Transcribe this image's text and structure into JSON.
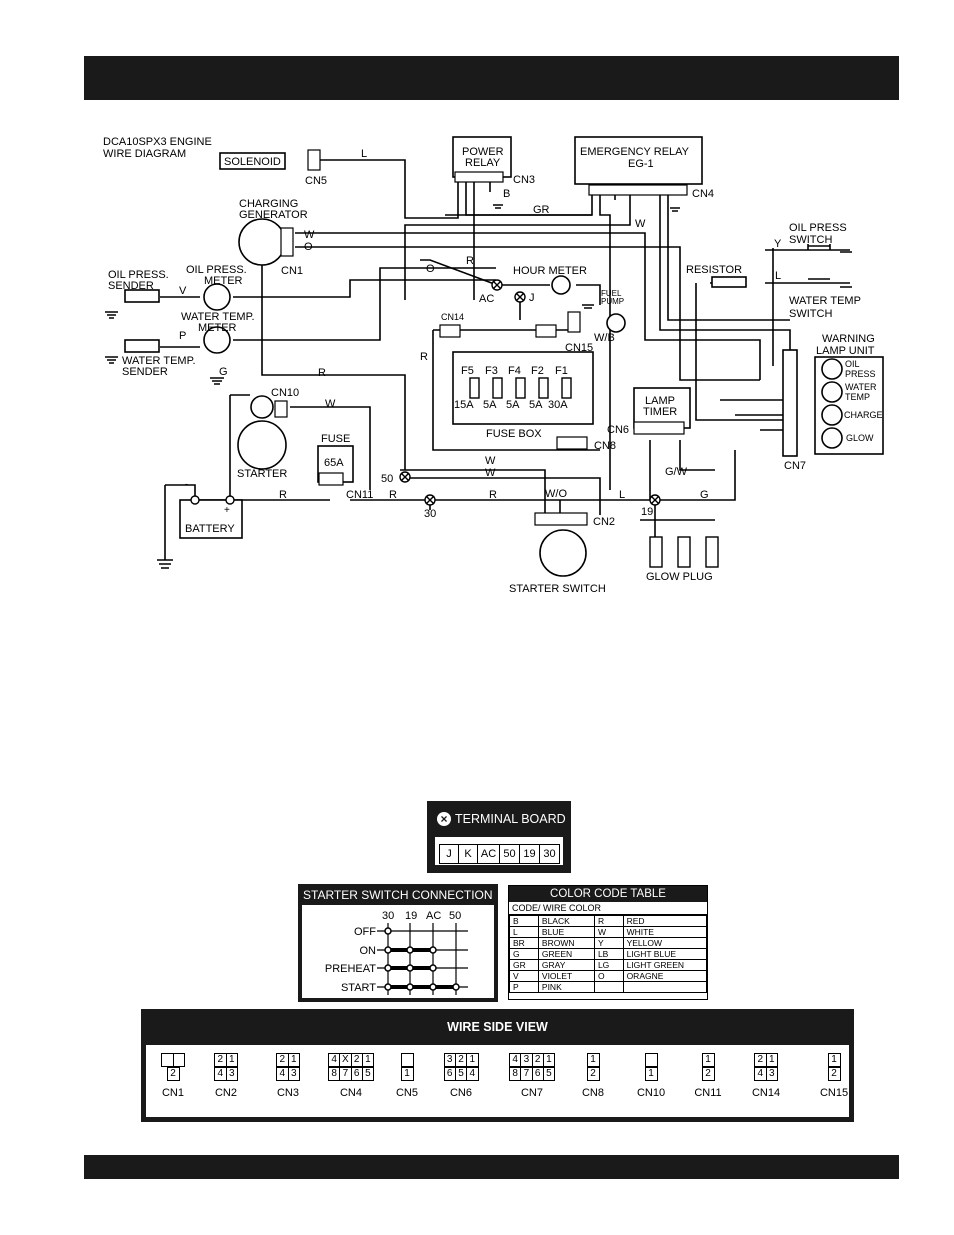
{
  "title": "DCA10SPX3 ENGINE",
  "subtitle": "WIRE DIAGRAM",
  "components": {
    "solenoid": "SOLENOID",
    "power_relay": [
      "POWER",
      "RELAY"
    ],
    "emergency_relay": [
      "EMERGENCY RELAY",
      "EG-1"
    ],
    "charging_generator": [
      "CHARGING",
      "GENERATOR"
    ],
    "oil_press_sender": [
      "OIL PRESS.",
      "SENDER"
    ],
    "oil_press_meter": [
      "OIL PRESS.",
      "METER"
    ],
    "water_temp_meter": [
      "WATER TEMP.",
      "METER"
    ],
    "water_temp_sender": [
      "WATER TEMP.",
      "SENDER"
    ],
    "hour_meter": "HOUR METER",
    "fuel_pump": [
      "FUEL",
      "PUMP"
    ],
    "resistor": "RESISTOR",
    "oil_press_switch": [
      "OIL PRESS",
      "SWITCH"
    ],
    "water_temp_switch": [
      "WATER TEMP",
      "SWITCH"
    ],
    "warning_lamp_unit": [
      "WARNING",
      "LAMP UNIT"
    ],
    "lamps": [
      [
        "OIL",
        "PRESS"
      ],
      [
        "WATER",
        "TEMP"
      ],
      [
        "CHARGE"
      ],
      [
        "GLOW"
      ]
    ],
    "starter": "STARTER",
    "fuse": "FUSE",
    "fuse_rating": "65A",
    "battery": "BATTERY",
    "fuse_box": "FUSE BOX",
    "fuses": [
      {
        "name": "F5",
        "rating": "15A"
      },
      {
        "name": "F3",
        "rating": "5A"
      },
      {
        "name": "F4",
        "rating": "5A"
      },
      {
        "name": "F2",
        "rating": "5A"
      },
      {
        "name": "F1",
        "rating": "30A"
      }
    ],
    "lamp_timer": [
      "LAMP",
      "TIMER"
    ],
    "starter_switch": "STARTER SWITCH",
    "glow_plug": "GLOW PLUG"
  },
  "connectors": {
    "cn1": "CN1",
    "cn2": "CN2",
    "cn3": "CN3",
    "cn4": "CN4",
    "cn5": "CN5",
    "cn6": "CN6",
    "cn7": "CN7",
    "cn8": "CN8",
    "cn10": "CN10",
    "cn11": "CN11",
    "cn14": "CN14",
    "cn15": "CN15"
  },
  "terminals": {
    "t30": "30",
    "t50": "50",
    "t19": "19",
    "ac": "AC",
    "j": "J"
  },
  "terminal_board": {
    "title": "TERMINAL BOARD",
    "cells": [
      "J",
      "K",
      "AC",
      "50",
      "19",
      "30"
    ]
  },
  "starter_switch_connection": {
    "title": "STARTER SWITCH CONNECTION",
    "columns": [
      "30",
      "19",
      "AC",
      "50"
    ],
    "rows": [
      "OFF",
      "ON",
      "PREHEAT",
      "START"
    ]
  },
  "color_code_table": {
    "title": "COLOR CODE TABLE",
    "header": "CODE/ WIRE COLOR",
    "rows": [
      [
        "B",
        "BLACK",
        "R",
        "RED"
      ],
      [
        "L",
        "BLUE",
        "W",
        "WHITE"
      ],
      [
        "BR",
        "BROWN",
        "Y",
        "YELLOW"
      ],
      [
        "G",
        "GREEN",
        "LB",
        "LIGHT BLUE"
      ],
      [
        "GR",
        "GRAY",
        "LG",
        "LIGHT GREEN"
      ],
      [
        "V",
        "VIOLET",
        "O",
        "ORAGNE"
      ],
      [
        "P",
        "PINK",
        "",
        ""
      ]
    ]
  },
  "wire_side_view": {
    "title": "WIRE SIDE VIEW",
    "items": [
      {
        "label": "CN1",
        "top": [
          "",
          ""
        ],
        "bottom": [
          "2"
        ]
      },
      {
        "label": "CN2",
        "top": [
          "2",
          "1"
        ],
        "bottom": [
          "4",
          "3"
        ]
      },
      {
        "label": "CN3",
        "top": [
          "2",
          "1"
        ],
        "bottom": [
          "4",
          "3"
        ]
      },
      {
        "label": "CN4",
        "top": [
          "4",
          "X",
          "2",
          "1"
        ],
        "bottom": [
          "8",
          "7",
          "6",
          "5"
        ]
      },
      {
        "label": "CN5",
        "top": [
          ""
        ],
        "bottom": [
          "1"
        ]
      },
      {
        "label": "CN6",
        "top": [
          "3",
          "2",
          "1"
        ],
        "bottom": [
          "6",
          "5",
          "4"
        ]
      },
      {
        "label": "CN7",
        "top": [
          "4",
          "3",
          "2",
          "1"
        ],
        "bottom": [
          "8",
          "7",
          "6",
          "5"
        ]
      },
      {
        "label": "CN8",
        "top": [
          "1"
        ],
        "bottom": [
          "2"
        ]
      },
      {
        "label": "CN10",
        "top": [
          ""
        ],
        "bottom": [
          "1"
        ]
      },
      {
        "label": "CN11",
        "top": [
          "1"
        ],
        "bottom": [
          "2"
        ]
      },
      {
        "label": "CN14",
        "top": [
          "2",
          "1"
        ],
        "bottom": [
          "4",
          "3"
        ]
      },
      {
        "label": "CN15",
        "top": [
          "1"
        ],
        "bottom": [
          "2"
        ]
      }
    ]
  },
  "wire_codes": [
    "L",
    "R",
    "B",
    "GR",
    "W",
    "O",
    "Y",
    "V",
    "P",
    "G",
    "G/W",
    "W/O",
    "W/B",
    "O",
    "R"
  ]
}
